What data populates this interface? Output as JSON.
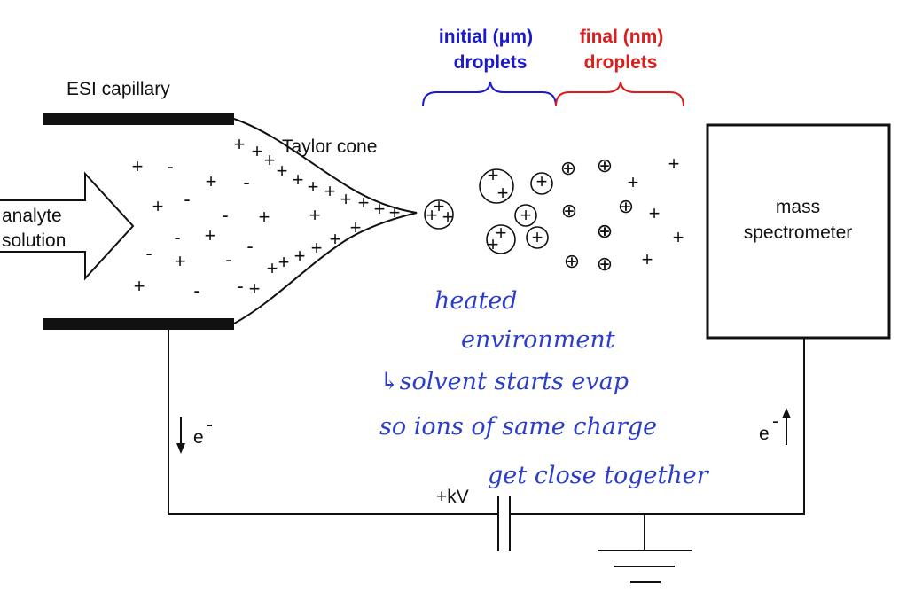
{
  "labels": {
    "capillary": "ESI capillary",
    "taylor_cone": "Taylor cone",
    "analyte_line1": "analyte",
    "analyte_line2": "solution",
    "initial_line1": "initial (μm)",
    "initial_line2": "droplets",
    "final_line1": "final (nm)",
    "final_line2": "droplets",
    "mass_line1": "mass",
    "mass_line2": "spectrometer",
    "electron_left": "e",
    "electron_right": "e",
    "electron_sup": "-",
    "voltage": "+kV"
  },
  "handwritten_notes": [
    "heated",
    "environment",
    "↳solvent starts evap",
    "so ions of same charge",
    "get close together"
  ],
  "symbols": {
    "plus": "+",
    "minus": "-",
    "circled_plus": "⊕"
  },
  "colors": {
    "initial_bracket": "#1a1acc",
    "final_bracket": "#dd1c1c",
    "handwriting": "#2b3ec9",
    "line": "#111111"
  }
}
